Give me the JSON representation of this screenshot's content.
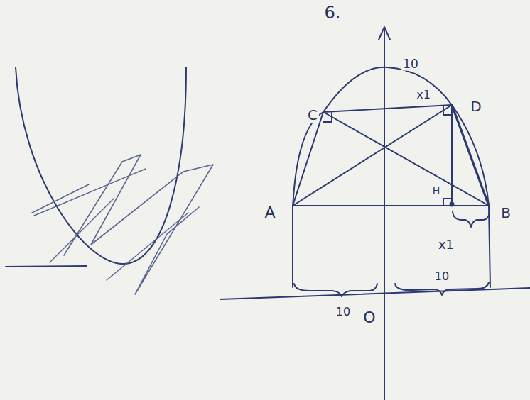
{
  "diagram": {
    "labels": [
      "6.",
      "10",
      "C",
      "x1",
      "D",
      "H",
      "A",
      "B",
      "x1",
      "10",
      "10",
      "O"
    ]
  }
}
